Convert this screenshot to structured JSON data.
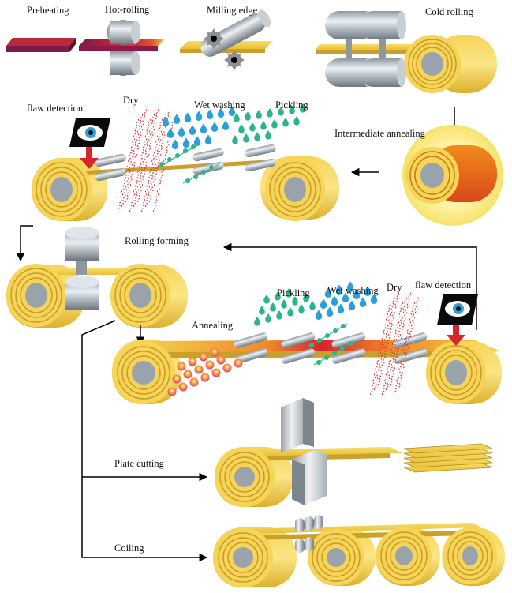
{
  "labels": {
    "preheating": "Preheating",
    "hot_rolling": "Hot-rolling",
    "milling_edge": "Milling edge",
    "cold_rolling": "Cold rolling",
    "flaw_detection_1": "flaw detection",
    "dry_1": "Dry",
    "wet_washing_1": "Wet washing",
    "pickling_1": "Pickling",
    "intermediate_annealing": "Intermediate annealing",
    "rolling_forming": "Rolling forming",
    "pickling_2": "Pickling",
    "wet_washing_2": "Wet washing",
    "dry_2": "Dry",
    "flaw_detection_2": "flaw detection",
    "annealing": "Annealing",
    "plate_cutting": "Plate cutting",
    "coiling": "Coiling"
  },
  "colors": {
    "strip": "#f3cf4c",
    "strip_dark": "#d9ae2a",
    "strip_edge": "#b48a1a",
    "roller": "#9aa3ab",
    "roller_light": "#dfe5ea",
    "hot": "#d8242b",
    "hot_purple": "#8a1a4a",
    "water": "#2aa0d8",
    "acid": "#2bb58a",
    "flaw_arrow": "#d8242b",
    "arrow": "#000000"
  },
  "icons": {
    "eye": "eye-icon",
    "arrow": "arrow-icon",
    "roller": "roller-icon",
    "coil": "coil-icon"
  }
}
